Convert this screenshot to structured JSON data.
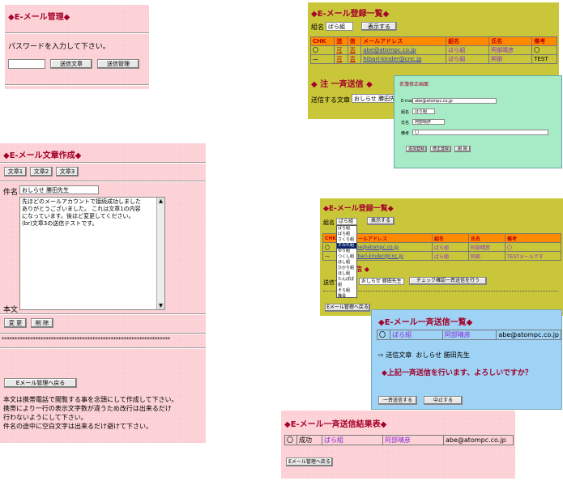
{
  "p1": {
    "title": "◆E-メール管理◆",
    "prompt": "パスワードを入力して下さい。",
    "btn_send": "送信文章",
    "btn_manage": "送信管理"
  },
  "p2": {
    "title": "◆E-メール登録一覧◆",
    "group_label": "組名",
    "group_value": "ばら組",
    "btn_show": "表示する",
    "headers": [
      "CHK",
      "送",
      "信",
      "メールアドレス",
      "組名",
      "氏名",
      "備考"
    ],
    "rows": [
      [
        "〇",
        "可",
        "否",
        "abe@atompc.co.jp",
        "ばら組",
        "阿部晴彦",
        "〇"
      ],
      [
        "—",
        "可",
        "否",
        "hibari-kinder@cnc.jp",
        "ばら組",
        "阿部",
        "TEST"
      ]
    ],
    "section": "◆ 注 一斉送信 ◆",
    "send_label": "送信する文章",
    "send_value": "おしらせ 勝田先生"
  },
  "p3": {
    "title": "名簿修正画面",
    "field_labels": [
      "E-mail",
      "組名",
      "氏名",
      "備考"
    ],
    "mail_value": "abe@atompc.co.jp",
    "group_value": "ばら組",
    "name_value": "阿部晴彦",
    "note_value": "〇",
    "buttons": [
      "追加登録",
      "修正登録",
      "削 除"
    ]
  },
  "p4": {
    "title": "◆E-メール文章作成◆",
    "tabs": [
      "文章1",
      "文章2",
      "文章3"
    ],
    "subject_label": "件名",
    "subject_value": "おしらせ 勝田先生",
    "body_label": "本文",
    "body_lines": [
      "先ほどのメールアカウントで接続成功しました",
      "ありがとうございました。 これは文章1の内容",
      "になっています。後ほど変更してください。",
      "(br)文章3の送信テストです。"
    ],
    "btn_change": "変 更",
    "btn_delete": "削 除",
    "stars": "*****************************************************************",
    "btn_back": "Eメール管理へ戻る",
    "notes": [
      "本文は携帯電話で閲覧する事を念頭にして作成して下さい。",
      "携帯により一行の表示文字数が違うため改行は出来るだけ",
      "行わないようにして下さい。",
      "件名の途中に空白文字は出来るだけ避けて下さい。"
    ]
  },
  "p5": {
    "title": "◆E-メール登録一覧◆",
    "group_label": "組名",
    "group_value": "ばら組",
    "btn_show": "表示する",
    "options": [
      "ばら組",
      "ばら組",
      "さくら組",
      "すみれ組",
      "ゆり組",
      "つくし組",
      "ほし組",
      "ひかり組",
      "ほし組",
      "たんぽぽ組",
      "そら組",
      "職員"
    ],
    "headers": [
      "CHK",
      "メールアドレス",
      "組名",
      "氏名",
      "備考"
    ],
    "rows": [
      [
        "〇",
        "abe@atompc.co.jp",
        "ばら組",
        "阿部晴彦",
        "〇"
      ],
      [
        "—",
        "hibari-kinder@cnc.jp",
        "ばら組",
        "阿部",
        "TESTメールです"
      ]
    ],
    "section": "信 ◆",
    "send_label": "送信する文章",
    "send_value": "おしらせ 勝田先生",
    "btn_check": "チェック確認一斉送信を行う",
    "btn_back": "Eメール管理へ戻る"
  },
  "p6": {
    "title": "◆E-メール一斉送信一覧◆",
    "row": [
      "〇",
      "ばら組",
      "阿部晴彦",
      "abe@atompc.co.jp"
    ],
    "send_text_label": "送信文章",
    "send_text_value": "おしらせ 勝田先生",
    "confirm": "◆上記一斉送信を行います、よろしいですか？",
    "btn_send": "一斉送信する",
    "btn_stop": "中止する"
  },
  "p7": {
    "title": "◆E-メール一斉送信結果表◆",
    "row": [
      "〇",
      "成功",
      "ばら組",
      "阿部晴彦",
      "abe@atompc.co.jp"
    ],
    "btn_back": "Eメール管理へ戻る"
  }
}
